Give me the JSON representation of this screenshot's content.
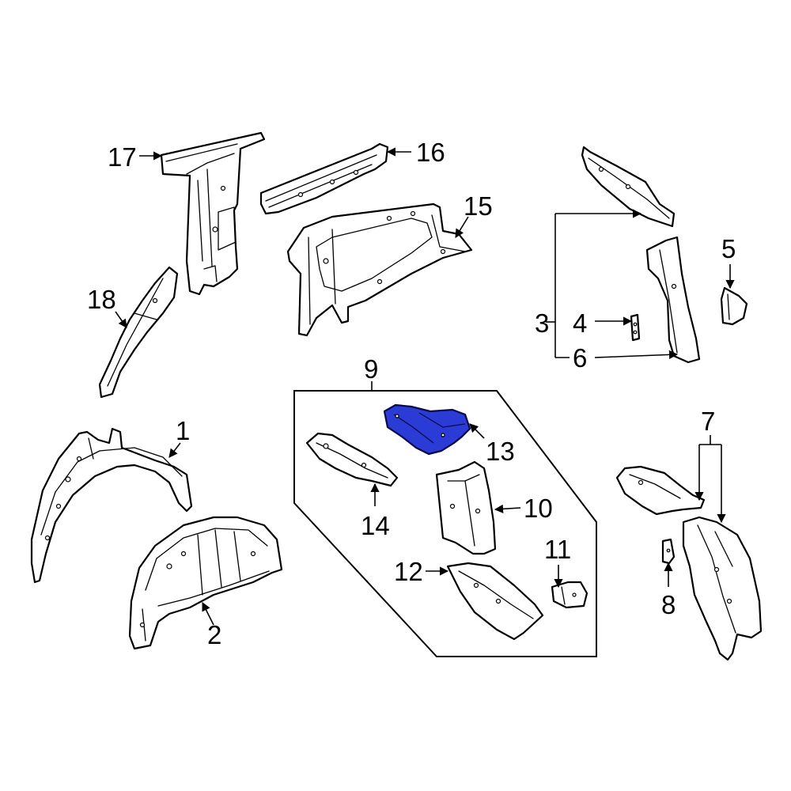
{
  "callouts": {
    "c1": "1",
    "c2": "2",
    "c3": "3",
    "c4": "4",
    "c5": "5",
    "c6": "6",
    "c7": "7",
    "c8": "8",
    "c9": "9",
    "c10": "10",
    "c11": "11",
    "c12": "12",
    "c13": "13",
    "c14": "14",
    "c15": "15",
    "c16": "16",
    "c17": "17",
    "c18": "18"
  },
  "colors": {
    "highlight": "#2b3bd6",
    "line": "#000000",
    "background": "#ffffff"
  }
}
